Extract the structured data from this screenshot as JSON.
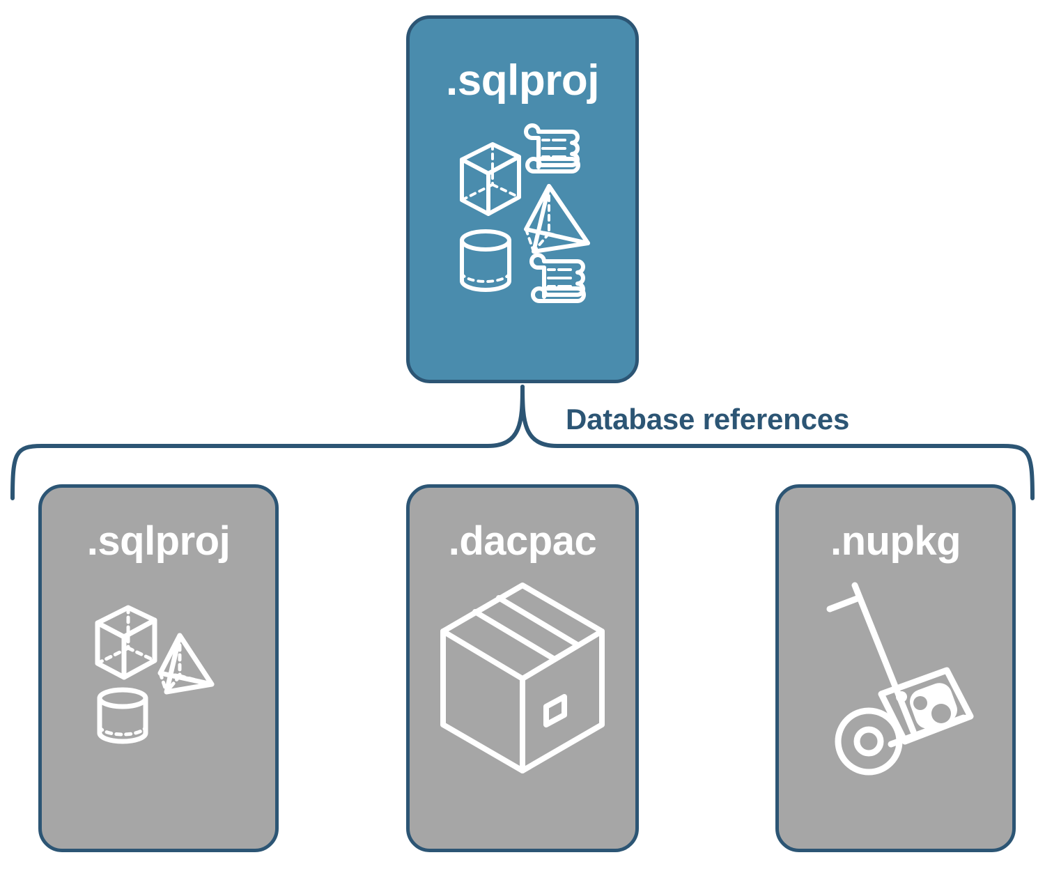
{
  "diagram": {
    "title": "Database references",
    "colors": {
      "primary_fill": "#4A8CAD",
      "reference_fill": "#A6A6A6",
      "stroke": "#2C5574",
      "icon": "#FFFFFF",
      "background": "#FFFFFF"
    },
    "root": {
      "label": ".sqlproj",
      "fill": "#4A8CAD",
      "icons": [
        "cube-icon",
        "pyramid-icon",
        "cylinder-icon",
        "scroll-icon",
        "scroll-icon"
      ]
    },
    "connector": {
      "type": "curly-brace",
      "label": "Database references",
      "orientation": "down"
    },
    "references": [
      {
        "label": ".sqlproj",
        "fill": "#A6A6A6",
        "icons": [
          "cube-icon",
          "pyramid-icon",
          "cylinder-icon"
        ]
      },
      {
        "label": ".dacpac",
        "fill": "#A6A6A6",
        "icons": [
          "shipping-box-icon"
        ]
      },
      {
        "label": ".nupkg",
        "fill": "#A6A6A6",
        "icons": [
          "hand-truck-icon",
          "nuget-package-icon"
        ]
      }
    ]
  }
}
